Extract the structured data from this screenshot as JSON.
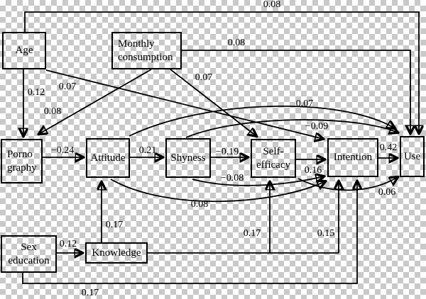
{
  "figure": {
    "kind": "path-analysis-diagram",
    "background": "transparency-checkerboard"
  },
  "colors": {
    "checker_light": "#ffffff",
    "checker_dark": "#c9c9c9",
    "line": "#000000"
  },
  "boxes": [
    {
      "id": "age",
      "label": "Age",
      "lines": [
        "Age"
      ]
    },
    {
      "id": "mc",
      "label": "Monthly consumption",
      "lines": [
        "Monthly",
        "consumption"
      ]
    },
    {
      "id": "porno",
      "label": "Pornography",
      "lines": [
        "Porno",
        "graphy"
      ]
    },
    {
      "id": "att",
      "label": "Attitude",
      "lines": [
        "Attitude"
      ]
    },
    {
      "id": "shy",
      "label": "Shyness",
      "lines": [
        "Shyness"
      ]
    },
    {
      "id": "se",
      "label": "Self-efficacy",
      "lines": [
        "Self-",
        "efficacy"
      ]
    },
    {
      "id": "int",
      "label": "Intention",
      "lines": [
        "Intention"
      ]
    },
    {
      "id": "use",
      "label": "Use",
      "lines": [
        "Use"
      ]
    },
    {
      "id": "sexed",
      "label": "Sex education",
      "lines": [
        "Sex",
        "education"
      ]
    },
    {
      "id": "kn",
      "label": "Knowledge",
      "lines": [
        "Knowledge"
      ]
    }
  ],
  "edges": [
    {
      "id": "age_porno",
      "from": "Age",
      "to": "Pornography",
      "value": "0.12"
    },
    {
      "id": "age_int",
      "from": "Age",
      "to": "Intention",
      "value": "0.07"
    },
    {
      "id": "age_use",
      "from": "Age",
      "to": "Use",
      "value": "0.08"
    },
    {
      "id": "mc_porno",
      "from": "Monthly consumption",
      "to": "Pornography",
      "value": "0.08"
    },
    {
      "id": "mc_se",
      "from": "Monthly consumption",
      "to": "Self-efficacy",
      "value": "0.07"
    },
    {
      "id": "mc_use",
      "from": "Monthly consumption",
      "to": "Use",
      "value": "0.08"
    },
    {
      "id": "porno_att",
      "from": "Pornography",
      "to": "Attitude",
      "value": "−0.24"
    },
    {
      "id": "att_shy",
      "from": "Attitude",
      "to": "Shyness",
      "value": "0.21"
    },
    {
      "id": "shy_se",
      "from": "Shyness",
      "to": "Self-efficacy",
      "value": "−0.19"
    },
    {
      "id": "se_int",
      "from": "Self-efficacy",
      "to": "Intention",
      "value": "0.16"
    },
    {
      "id": "int_use",
      "from": "Intention",
      "to": "Use",
      "value": "0.42"
    },
    {
      "id": "att_use",
      "from": "Attitude",
      "to": "Use",
      "value": "0.07"
    },
    {
      "id": "shy_use",
      "from": "Shyness",
      "to": "Use",
      "value": "−0.09"
    },
    {
      "id": "att_int",
      "from": "Attitude",
      "to": "Intention",
      "value": "0.08"
    },
    {
      "id": "shy_int_bot",
      "from": "Shyness",
      "to": "Intention",
      "value": "−0.08"
    },
    {
      "id": "se_use",
      "from": "Self-efficacy",
      "to": "Use",
      "value": "0.06"
    },
    {
      "id": "sexed_kn",
      "from": "Sex education",
      "to": "Knowledge",
      "value": "0.12"
    },
    {
      "id": "kn_att",
      "from": "Knowledge",
      "to": "Attitude",
      "value": "0.17"
    },
    {
      "id": "kn_se",
      "from": "Knowledge",
      "to": "Self-efficacy",
      "value": "0.17"
    },
    {
      "id": "kn_int",
      "from": "Knowledge",
      "to": "Intention",
      "value": "0.15"
    },
    {
      "id": "sexed_int",
      "from": "Sex education",
      "to": "Intention",
      "value": "0.17"
    }
  ]
}
